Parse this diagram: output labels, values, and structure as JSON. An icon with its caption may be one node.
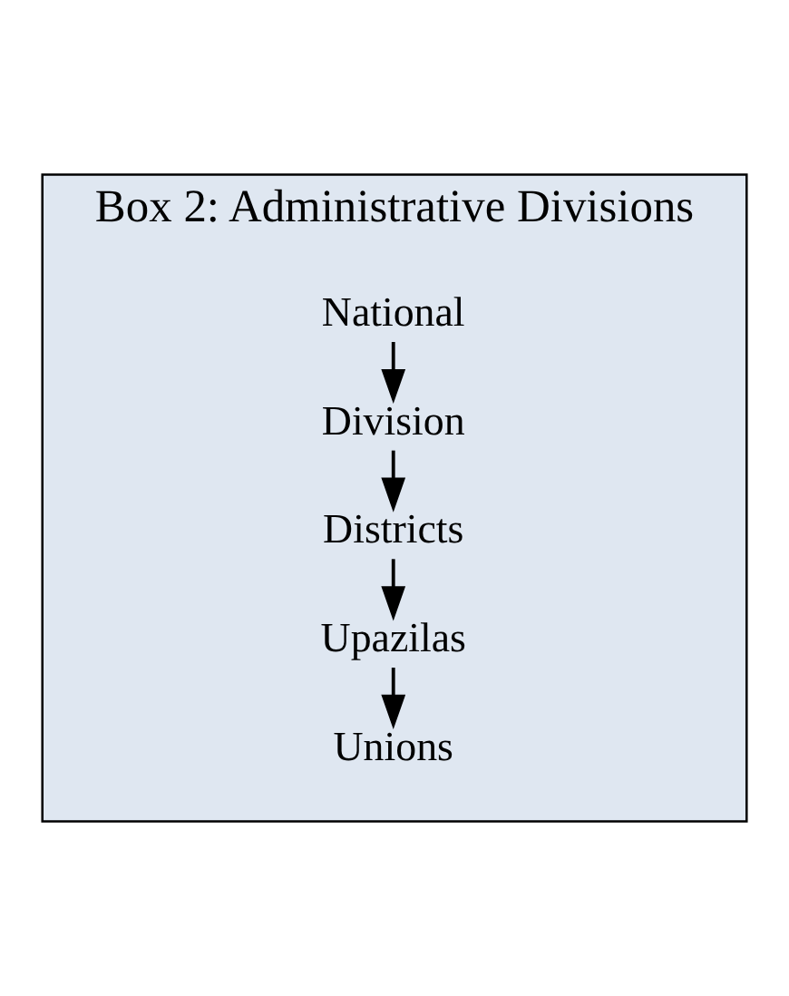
{
  "diagram": {
    "nodes": [
      {
        "text": [
          "Box 2: Administrative Divisions"
        ]
      },
      {
        "text": [
          "National"
        ],
        "in": 0
      },
      {
        "text": [
          "Division"
        ],
        "in": 0
      },
      {
        "text": [
          "Districts"
        ],
        "in": 0
      },
      {
        "text": [
          "Upazilas"
        ],
        "in": 0
      },
      {
        "text": [
          "Unions"
        ],
        "in": 0
      }
    ],
    "edges": [
      {
        "from": 1,
        "to": 2,
        "arrow": "to"
      },
      {
        "from": 2,
        "to": 3,
        "arrow": "to"
      },
      {
        "from": 3,
        "to": 4,
        "arrow": "to"
      },
      {
        "from": 4,
        "to": 5,
        "arrow": "to"
      }
    ]
  }
}
